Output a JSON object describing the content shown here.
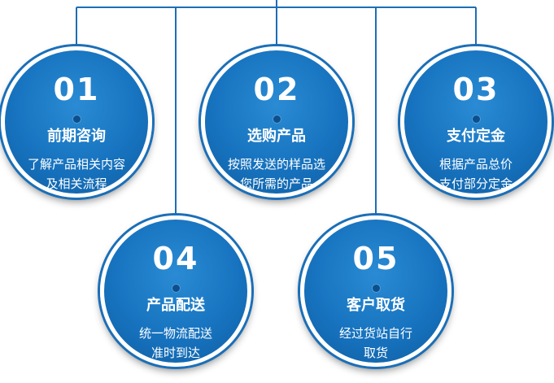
{
  "steps": [
    {
      "num": "01",
      "title": "前期咨询",
      "lines": [
        "了解产品相关内容",
        "及相关流程"
      ]
    },
    {
      "num": "02",
      "title": "选购产品",
      "lines": [
        "按照发送的样品选",
        "您所需的产品"
      ]
    },
    {
      "num": "03",
      "title": "支付定金",
      "lines": [
        "根据产品总价",
        "支付部分定金"
      ]
    },
    {
      "num": "04",
      "title": "产品配送",
      "lines": [
        "统一物流配送",
        "准时到达"
      ]
    },
    {
      "num": "05",
      "title": "客户取货",
      "lines": [
        "经过货站自行",
        "取货"
      ]
    }
  ],
  "colors": {
    "circle_fill": "#1773bf",
    "circle_ring": "#1a6fb8",
    "connector": "#1d6eb5",
    "text": "#ffffff"
  }
}
